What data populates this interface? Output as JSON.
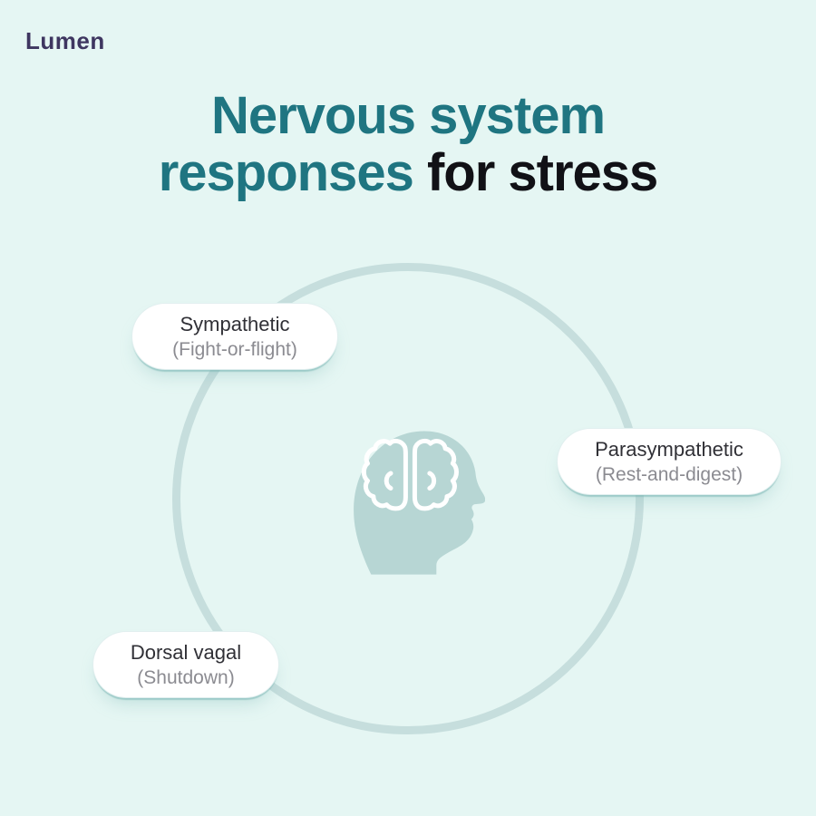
{
  "brand": {
    "logo_text": "Lumen"
  },
  "title": {
    "line1": "Nervous system",
    "line2_accent": "responses",
    "line2_rest": " for stress"
  },
  "diagram": {
    "center_icon": "head-with-brain",
    "nodes": [
      {
        "id": "sympathetic",
        "label": "Sympathetic",
        "sublabel": "(Fight-or-flight)"
      },
      {
        "id": "parasympathetic",
        "label": "Parasympathetic",
        "sublabel": "(Rest-and-digest)"
      },
      {
        "id": "dorsal-vagal",
        "label": "Dorsal vagal",
        "sublabel": "(Shutdown)"
      }
    ]
  },
  "colors": {
    "background": "#e5f6f3",
    "ring": "#c6dedd",
    "head_icon": "#b7d6d4",
    "brain_outline": "#ffffff",
    "title_accent": "#1f7581",
    "title_dark": "#111116",
    "logo": "#3e3660",
    "pill_background": "#ffffff",
    "pill_label": "#303036",
    "pill_sublabel": "#8b8b91"
  }
}
